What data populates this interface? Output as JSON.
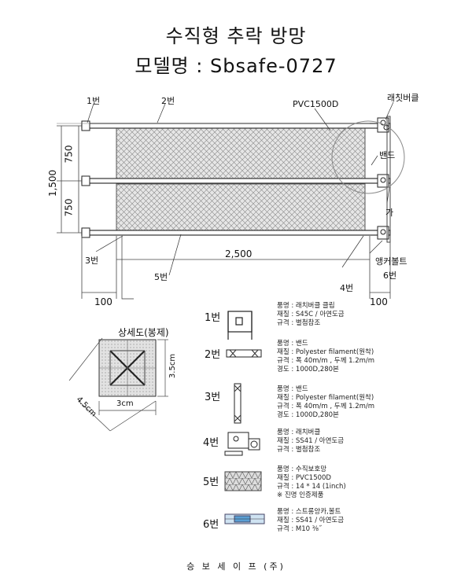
{
  "title": "수직형 추락 방망",
  "model": "모델명 : Sbsafe-0727",
  "labels": {
    "part1": "1번",
    "part2": "2번",
    "part3": "3번",
    "part4": "4번",
    "part5": "5번",
    "part6": "6번",
    "pvc": "PVC1500D",
    "ratchet": "래칫버클",
    "band": "밴드",
    "ga": "가",
    "anchor": "앵커볼트",
    "detail_title": "상세도(봉제)"
  },
  "dimensions": {
    "h_total": "1,500",
    "h_top": "750",
    "h_bottom": "750",
    "w_total": "2,500",
    "left_offset": "100",
    "right_offset": "100",
    "det_35": "3.5cm",
    "det_3": "3cm",
    "det_45": "4.5cm"
  },
  "parts": [
    {
      "id": "1번",
      "lines": [
        "품명 : 래치버클 클립",
        "재질 : S45C / 아연도금",
        "규격 : 별첨참조"
      ]
    },
    {
      "id": "2번",
      "lines": [
        "품명 : 밴드",
        "재질 : Polyester filament(원착)",
        "규격 : 폭 40m/m , 두께 1.2m/m",
        "경도 : 1000D,280본"
      ]
    },
    {
      "id": "3번",
      "lines": [
        "품명 : 밴드",
        "재질 : Polyester filament(원착)",
        "규격 : 폭 40m/m , 두께 1.2m/m",
        "경도 : 1000D,280본"
      ]
    },
    {
      "id": "4번",
      "lines": [
        "품명 : 래치버클",
        "재질 : SS41 / 아연도금",
        "규격 : 별첨참조"
      ]
    },
    {
      "id": "5번",
      "lines": [
        "품명 : 수직보호망",
        "재질 : PVC1500D",
        "규격 : 14 * 14 (1inch)",
        "※ 진명 인증제품"
      ]
    },
    {
      "id": "6번",
      "lines": [
        "품명 : 스트롱앙카,볼트",
        "재질 : SS41 / 아연도금",
        "규격 : M10 ⅜˝"
      ]
    }
  ],
  "footer": "승 보 세 이 프 (주)"
}
